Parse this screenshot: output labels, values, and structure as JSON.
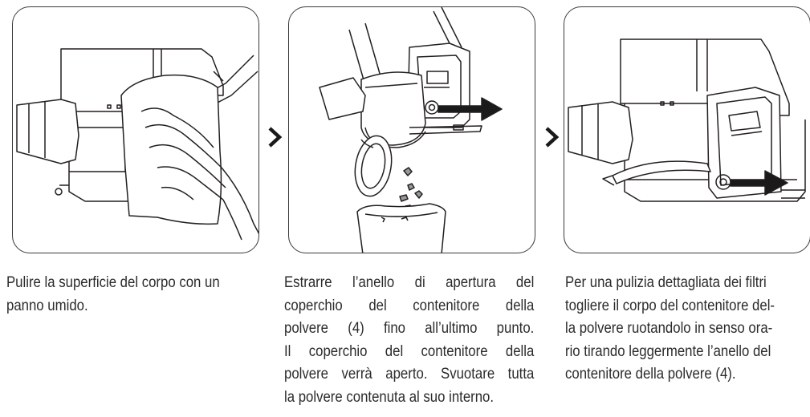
{
  "steps": [
    {
      "id": 1,
      "illustration": "wipe-body-with-cloth",
      "caption_lines": [
        "Pulire la superficie del corpo con un",
        "panno umido."
      ]
    },
    {
      "id": 2,
      "illustration": "open-dust-container-lid",
      "caption_lines": [
        "Estrarre l’anello di apertura del",
        "coperchio del contenitore della",
        "polvere (4) fino all’ultimo punto.",
        "Il coperchio del contenitore della",
        "polvere verrà aperto. Svuotare tutta",
        "la polvere contenuta al suo interno."
      ]
    },
    {
      "id": 3,
      "illustration": "rotate-remove-dust-container",
      "caption_lines": [
        "Per una pulizia dettagliata dei filtri",
        "togliere il corpo del contenitore del-",
        "la polvere ruotandolo in senso ora-",
        "rio tirando leggermente l’anello del",
        "contenitore della polvere (4)."
      ]
    }
  ],
  "icons": {
    "step_separator": "chevron-right-icon"
  },
  "colors": {
    "line_art": "#231f20",
    "panel_border": "#3a3a3a",
    "dark_fill": "#1a1a1a",
    "text": "#2b2b2b"
  }
}
